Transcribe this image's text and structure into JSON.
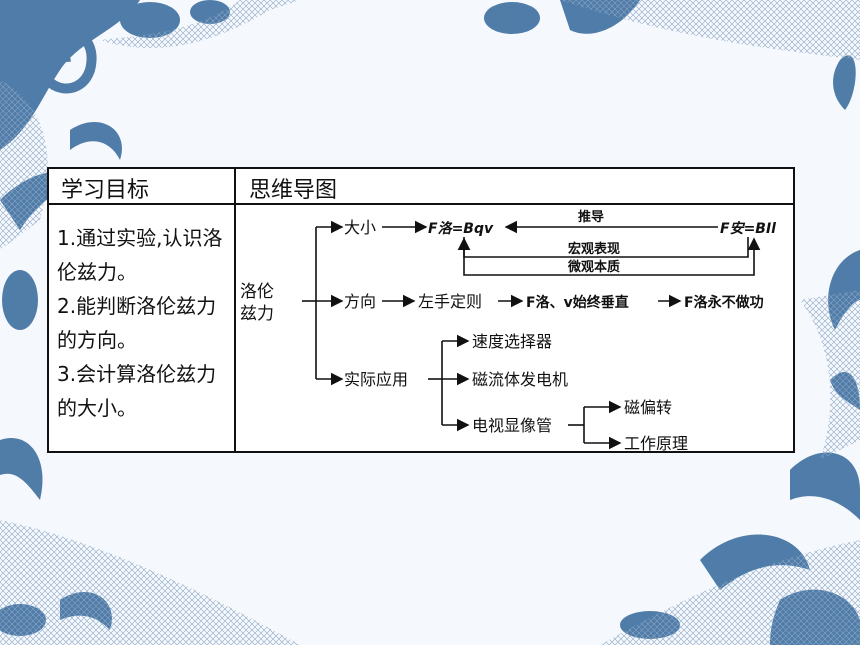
{
  "table": {
    "header_left": "学习目标",
    "header_right": "思维导图",
    "goals": [
      "1.通过实验,认识洛伦兹力。",
      "2.能判断洛伦兹力的方向。",
      "3.会计算洛伦兹力的大小。"
    ]
  },
  "mindmap": {
    "root": [
      "洛伦",
      "兹力"
    ],
    "size": {
      "label": "大小",
      "f_luo": "F洛=Bqv",
      "derive": "推导",
      "f_an": "F安=BIl",
      "macro": "宏观表现",
      "micro": "微观本质"
    },
    "direction": {
      "label": "方向",
      "rule": "左手定则",
      "perp": "F洛、v始终垂直",
      "nowork": "F洛永不做功"
    },
    "application": {
      "label": "实际应用",
      "items": [
        "速度选择器",
        "磁流体发电机",
        "电视显像管"
      ],
      "tv_items": [
        "磁偏转",
        "工作原理"
      ]
    }
  },
  "colors": {
    "decor_blue": "#3e6f9f",
    "table_border": "#111111"
  }
}
